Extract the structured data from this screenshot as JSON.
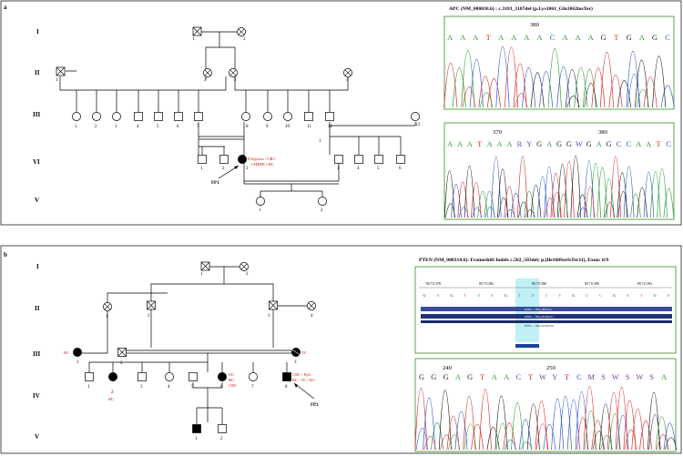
{
  "panels": {
    "a": {
      "label": "a",
      "generations": [
        "I",
        "II",
        "III",
        "VI",
        "V"
      ],
      "proband": {
        "label": "FP1",
        "phenotype_lines": [
          "Polyposis / CRC",
          "CHRPE / HC"
        ]
      },
      "numbers": {
        "I": [
          "1",
          "2"
        ],
        "II": [
          "1",
          "2",
          "3",
          "4"
        ],
        "III": [
          "1",
          "2",
          "3",
          "4",
          "5",
          "6",
          "7",
          "8",
          "9",
          "10",
          "11",
          "12",
          "13",
          "1"
        ],
        "VI": [
          "1",
          "2",
          "3",
          "1",
          "4",
          "5",
          "6"
        ],
        "V": [
          "1",
          "2"
        ]
      },
      "seq_title": "APC (NM_000038.6) : c.3183_3187del (p.Lys1061_Gln1062insTer)",
      "top_trace": {
        "tick": "380",
        "bases": [
          "A",
          "A",
          "A",
          "T",
          "A",
          "A",
          "A",
          "A",
          "C",
          "A",
          "A",
          "A",
          "G",
          "T",
          "G",
          "A",
          "G",
          "C"
        ]
      },
      "bottom_trace": {
        "ticks": [
          "370",
          "380"
        ],
        "bases": [
          "A",
          "A",
          "A",
          "T",
          "A",
          "A",
          "A",
          "R",
          "Y",
          "G",
          "A",
          "G",
          "G",
          "W",
          "G",
          "A",
          "G",
          "C",
          "C",
          "A",
          "A",
          "T",
          "C"
        ]
      }
    },
    "b": {
      "label": "b",
      "generations": [
        "I",
        "II",
        "III",
        "IV",
        "V"
      ],
      "proband": {
        "label": "FP2",
        "phenotype_lines": [
          "CRC / PpC",
          "BC / TC / KC"
        ]
      },
      "red_labels": {
        "iii_1": "BC",
        "iii_3": "TC",
        "iv_2": "BC",
        "iv_6": [
          "OC",
          "BC",
          "CRC"
        ]
      },
      "numbers": {
        "I": [
          "1",
          "2"
        ],
        "II": [
          "1",
          "2",
          "3",
          "4"
        ],
        "III": [
          "1",
          "2",
          "3"
        ],
        "IV": [
          "1",
          "2",
          "3",
          "4",
          "5",
          "6",
          "7",
          "8"
        ],
        "V": [
          "1",
          "2"
        ]
      },
      "seq_title": "PTEN (NM_000314.6): Frameshift Indels c.502_503del; p.(Ile168SerfsTer11), Exon: 6/9",
      "browser": {
        "coords": [
          "89,711,978",
          "89,711,982",
          "89,711,986",
          "89,711,990",
          "89,711,992"
        ],
        "bases": [
          "G",
          "A",
          "G",
          "T",
          "A",
          "A",
          "G",
          "T",
          "A",
          "T",
          "T",
          "G",
          "C",
          "C",
          "G",
          "A",
          "T",
          "G",
          "A"
        ],
        "tracks": [
          "PTEN — NM_000314.6",
          "PTEN — NM_001304717",
          "PTEN — NM_001304718"
        ]
      },
      "bottom_trace": {
        "ticks": [
          "240",
          "250"
        ],
        "bases": [
          "G",
          "G",
          "G",
          "A",
          "G",
          "T",
          "A",
          "A",
          "C",
          "T",
          "W",
          "Y",
          "T",
          "C",
          "M",
          "S",
          "W",
          "S",
          "W",
          "S",
          "A"
        ]
      }
    }
  }
}
